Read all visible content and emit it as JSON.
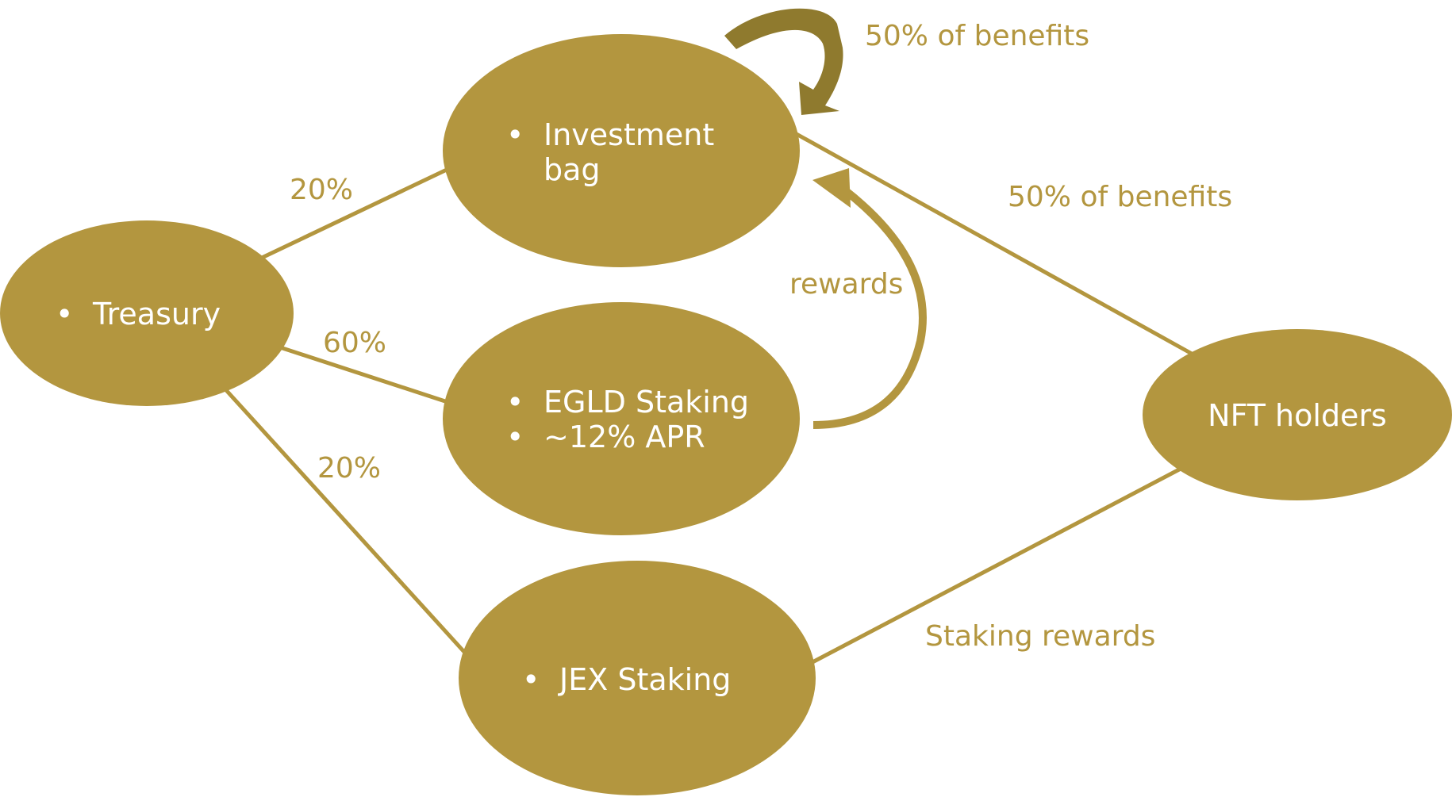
{
  "colors": {
    "node_fill": "#b3963f",
    "line": "#b3963f",
    "arrow_dark": "#8f7a2e",
    "node_text": "#ffffff",
    "edge_text": "#b3963f"
  },
  "nodes": {
    "treasury": {
      "bullets": [
        "Treasury"
      ]
    },
    "investment": {
      "bullets": [
        "Investment",
        "bag"
      ]
    },
    "egld": {
      "bullets": [
        "EGLD Staking",
        "~12% APR"
      ]
    },
    "jex": {
      "bullets": [
        "JEX Staking"
      ]
    },
    "nft": {
      "label": "NFT holders"
    }
  },
  "edges": {
    "treasury_investment": "20%",
    "treasury_egld": "60%",
    "treasury_jex": "20%",
    "investment_nft": "50% of benefits",
    "jex_nft": "Staking rewards",
    "egld_investment": "rewards",
    "investment_self": "50% of benefits"
  },
  "bullet_glyph": "•"
}
